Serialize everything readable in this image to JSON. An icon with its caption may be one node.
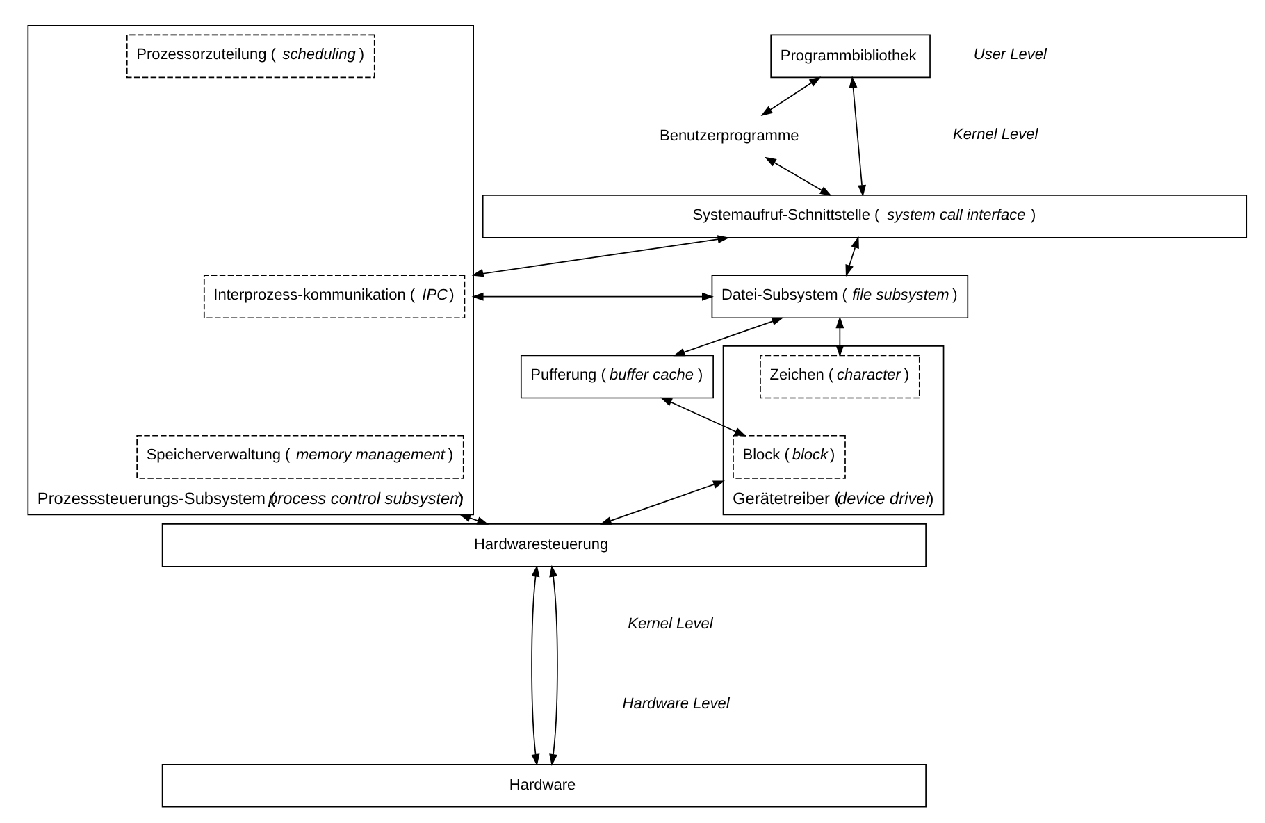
{
  "diagram": {
    "nodes": [
      {
        "text": [
          "Benutzerprogramme"
        ]
      },
      {
        "text": [
          "Programmbibliothek"
        ]
      },
      {
        "text": [
          "Systemaufruf-Schnittstelle (*system call interface*)"
        ]
      },
      {
        "text": [
          "Datei-Subsystem (*file subsystem*)"
        ]
      },
      {
        "text": [
          "Pufferung (*buffer cache*)"
        ]
      },
      {
        "text": [
          "Gerätetreiber (*device driver*)"
        ]
      },
      {
        "text": [
          "Zeichen (*character*)"
        ],
        "in": 5
      },
      {
        "text": [
          "Block (*block*)"
        ],
        "in": 5
      },
      {
        "text": [
          "Prozesssteuerungs-Subsystem (*process control subsystem*)"
        ]
      },
      {
        "text": [
          "Interprozess-kommunikation (*IPC*)"
        ],
        "in": 8
      },
      {
        "text": [
          "Prozessorzuteilung (*scheduling*)"
        ],
        "in": 8
      },
      {
        "text": [
          "Speicherverwaltung (*memory management*)"
        ],
        "in": 8
      },
      {
        "text": [
          "Hardwaresteuerung"
        ]
      },
      {
        "text": [
          "Hardware"
        ]
      }
    ],
    "edges": [
      {
        "from": 0,
        "to": 2,
        "arrow": "both"
      },
      {
        "from": 0,
        "to": 1,
        "arrow": "both"
      },
      {
        "from": 1,
        "to": 2,
        "arrow": "both"
      },
      {
        "from": 2,
        "to": 3,
        "arrow": "both"
      },
      {
        "from": 2,
        "to": 8,
        "arrow": "both"
      },
      {
        "from": 3,
        "to": 8,
        "arrow": "both"
      },
      {
        "from": 3,
        "to": 6,
        "arrow": "both"
      },
      {
        "from": 3,
        "to": 4,
        "arrow": "both"
      },
      {
        "from": 4,
        "to": 7,
        "arrow": "both"
      },
      {
        "from": 5,
        "to": 12,
        "arrow": "both"
      },
      {
        "from": 8,
        "to": 12,
        "arrow": "both"
      },
      {
        "from": 12,
        "to": 13,
        "arrow": "both"
      },
      {
        "from": 12,
        "to": 13,
        "arrow": "both"
      }
    ],
    "labels": [
      "User Level",
      "Kernel Level",
      "Kernel Level",
      "Hardware Level"
    ]
  }
}
